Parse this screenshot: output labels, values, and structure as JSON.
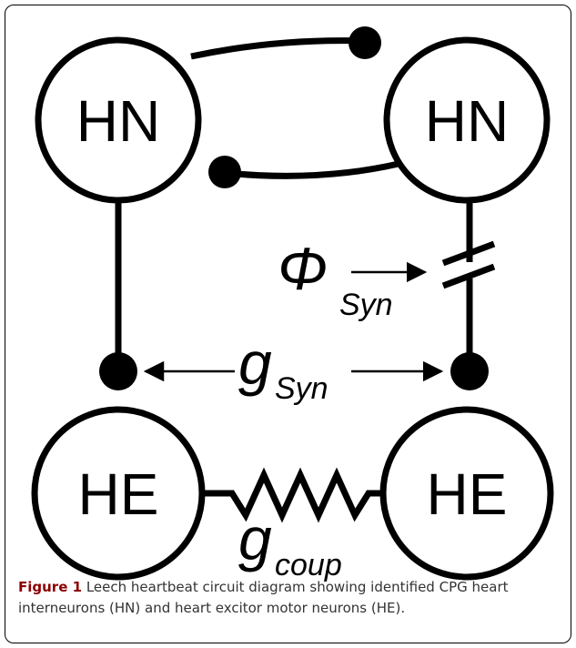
{
  "diagram": {
    "neurons": {
      "hn_left": "HN",
      "hn_right": "HN",
      "he_left": "HE",
      "he_right": "HE"
    },
    "parameters": {
      "phi_syn": {
        "symbol": "Φ",
        "subscript": "Syn"
      },
      "g_syn": {
        "symbol": "g",
        "subscript": "Syn"
      },
      "g_coup": {
        "symbol": "g",
        "subscript": "coup"
      }
    }
  },
  "caption": {
    "label": "Figure 1",
    "text": "Leech heartbeat circuit diagram showing identified CPG heart interneurons (HN) and heart excitor motor neurons (HE)."
  }
}
